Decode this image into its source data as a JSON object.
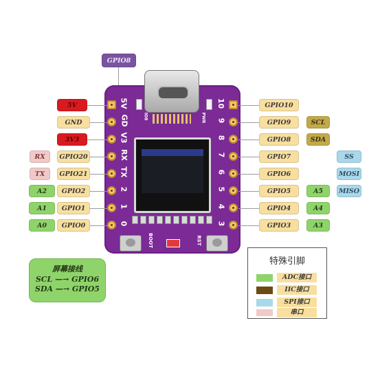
{
  "top_label": "GPIO8",
  "left_pins": [
    {
      "pin": "5V",
      "labels": []
    },
    {
      "pin": "GND",
      "labels": []
    },
    {
      "pin": "3V3",
      "labels": []
    },
    {
      "pin": "GPIO20",
      "labels": [
        "RX"
      ]
    },
    {
      "pin": "GPIO21",
      "labels": [
        "TX"
      ]
    },
    {
      "pin": "GPIO2",
      "labels": [
        "A2"
      ]
    },
    {
      "pin": "GPIO1",
      "labels": [
        "A1"
      ]
    },
    {
      "pin": "GPIO0",
      "labels": [
        "A0"
      ]
    }
  ],
  "right_pins": [
    {
      "pin": "GPIO10",
      "labels": []
    },
    {
      "pin": "GPIO9",
      "labels": [
        "SCL"
      ]
    },
    {
      "pin": "GPIO8",
      "labels": [
        "SDA"
      ]
    },
    {
      "pin": "GPIO7",
      "labels": [
        "SS"
      ]
    },
    {
      "pin": "GPIO6",
      "labels": [
        "MOSI"
      ]
    },
    {
      "pin": "GPIO5",
      "labels": [
        "A5",
        "MISO"
      ]
    },
    {
      "pin": "GPIO4",
      "labels": [
        "A4"
      ]
    },
    {
      "pin": "GPIO3",
      "labels": [
        "A3"
      ]
    }
  ],
  "silkscreen_left": [
    "5V",
    "GD",
    "V3",
    "RX",
    "TX",
    "2",
    "1",
    "0"
  ],
  "silkscreen_right": [
    "10",
    "9",
    "8",
    "7",
    "6",
    "5",
    "4",
    "3"
  ],
  "silkscreen_small": {
    "io8": "IO8",
    "pwr": "PWR",
    "boot": "BOOT",
    "rst": "RST"
  },
  "screen_note": {
    "title": "屏幕接线",
    "line1": "SCL —→ GPIO6",
    "line2": "SDA —→ GPIO5"
  },
  "legend": {
    "title": "特殊引脚",
    "items": [
      {
        "label": "ADC接口",
        "color": "#8fd46a"
      },
      {
        "label": "IIC接口",
        "color": "#6b4a14"
      },
      {
        "label": "SPI接口",
        "color": "#a8d8ea"
      },
      {
        "label": "串口",
        "color": "#f2c9c9"
      }
    ]
  },
  "colors": {
    "board": "#7b2a96",
    "gpio_tag": "#f8dfa0",
    "adc": "#8fd46a",
    "iic": "#c2a94a",
    "spi": "#a8d8ea",
    "uart": "#f2c9c9",
    "power_5v": "#d81b20",
    "power_3v3": "#d81b20"
  }
}
